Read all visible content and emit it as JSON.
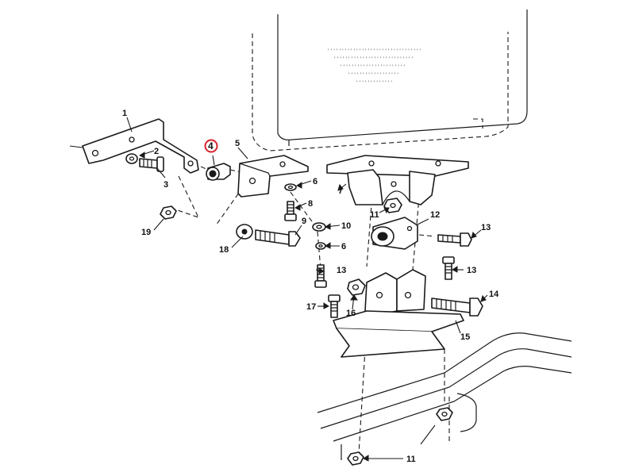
{
  "diagram": {
    "callouts": {
      "c1": "1",
      "c2": "2",
      "c3": "3",
      "c4": "4",
      "c5": "5",
      "c6a": "6",
      "c6b": "6",
      "c7": "7",
      "c8": "8",
      "c9": "9",
      "c10": "10",
      "c11a": "11",
      "c11b": "11",
      "c12": "12",
      "c13a": "13",
      "c13b": "13",
      "c13c": "13",
      "c14": "14",
      "c15": "15",
      "c16": "16",
      "c17": "17",
      "c18": "18",
      "c19": "19"
    },
    "highlighted_callout": "4",
    "highlight_color": "#d9232d",
    "ink_color": "#1a1a1a",
    "stamp_lines": [
      "'''''''''''''''''''''''''''''''''",
      "''''''''''''''''''''''''''''",
      "'''''''''''''''''''''''",
      "''''''''''''''''''",
      "'''''''''''''"
    ]
  }
}
